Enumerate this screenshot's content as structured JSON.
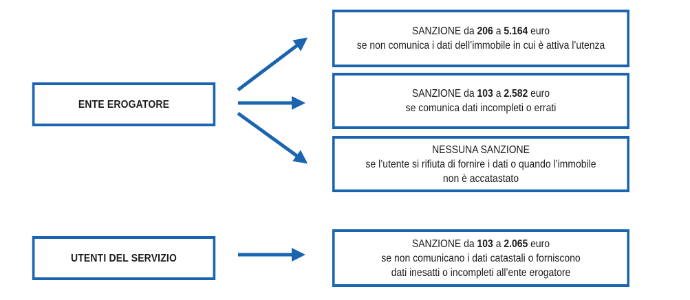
{
  "colors": {
    "accent": "#1a64b0",
    "text": "#1a1a1a"
  },
  "sources": {
    "ente": "ENTE EROGATORE",
    "utenti": "UTENTI DEL SERVIZIO"
  },
  "outcomes": {
    "o1": {
      "label": "SANZIONE",
      "da": "da",
      "min": "206",
      "a": "a",
      "max": "5.164",
      "unit": "euro",
      "condition": "se non comunica i dati dell’immobile in cui è attiva l’utenza"
    },
    "o2": {
      "label": "SANZIONE",
      "da": "da",
      "min": "103",
      "a": "a",
      "max": "2.582",
      "unit": "euro",
      "condition": "se comunica dati incompleti o errati"
    },
    "o3": {
      "label": "NESSUNA SANZIONE",
      "condition_line1": "se l’utente si rifiuta di fornire i dati o quando l’immobile",
      "condition_line2": "non è accatastato"
    },
    "o4": {
      "label": "SANZIONE",
      "da": "da",
      "min": "103",
      "a": "a",
      "max": "2.065",
      "unit": "euro",
      "condition_line1": "se non comunicano i dati catastali o forniscono",
      "condition_line2": "dati inesatti o incompleti all’ente erogatore"
    }
  }
}
